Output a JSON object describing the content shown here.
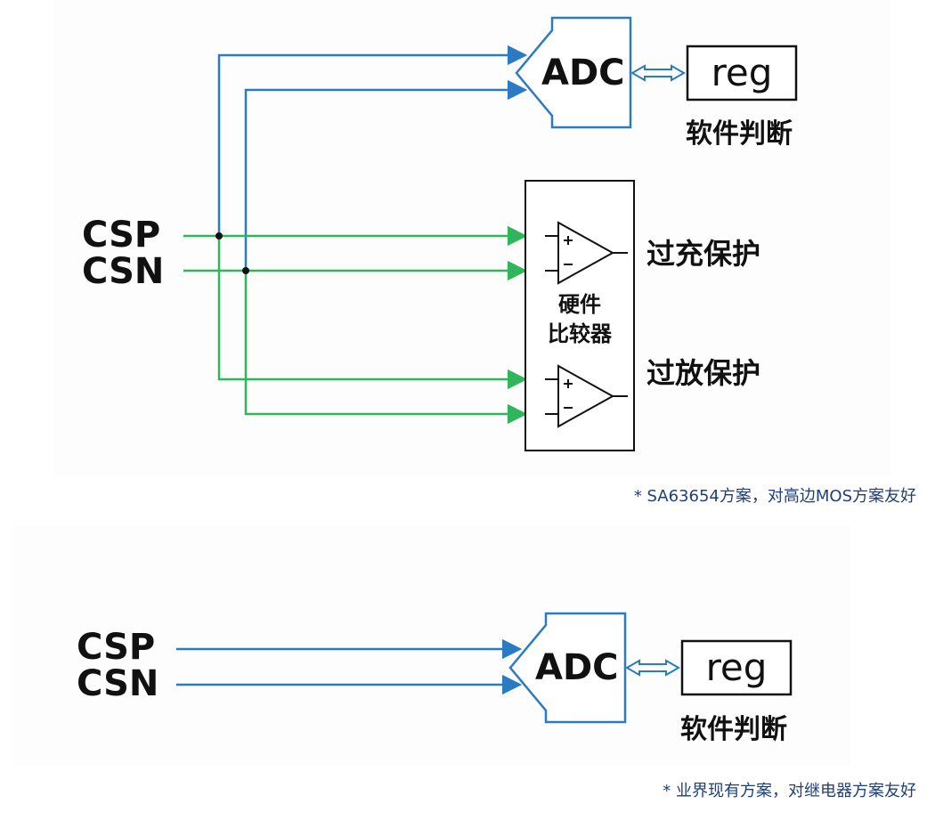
{
  "top_diagram": {
    "inputs": [
      "CSP",
      "CSN"
    ],
    "adc_label": "ADC",
    "reg_label": "reg",
    "software_label": "软件判断",
    "hw_comparator_label_line1": "硬件",
    "hw_comparator_label_line2": "比较器",
    "overcharge_label": "过充保护",
    "overdischarge_label": "过放保护",
    "caption": "* SA63654方案，对高边MOS方案友好"
  },
  "bottom_diagram": {
    "inputs": [
      "CSP",
      "CSN"
    ],
    "adc_label": "ADC",
    "reg_label": "reg",
    "software_label": "软件判断",
    "caption": "* 业界现有方案，对继电器方案友好"
  },
  "colors": {
    "blue_wire": "#2a7bc4",
    "green_wire": "#2fb55a",
    "caption_text": "#1f3f7a"
  }
}
